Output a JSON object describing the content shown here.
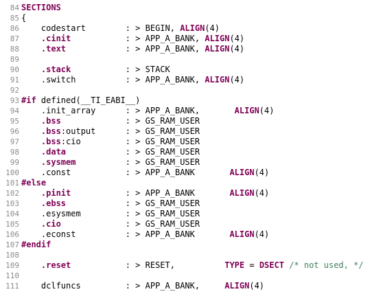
{
  "colors": {
    "line_number": "#8a8a8a",
    "plain": "#000000",
    "keyword": "#7f0055",
    "comment": "#3f7f5f",
    "background": "#ffffff"
  },
  "lines": [
    {
      "num": "84",
      "segments": [
        {
          "t": "kw",
          "v": "SECTIONS"
        }
      ]
    },
    {
      "num": "85",
      "segments": [
        {
          "t": "plain",
          "v": "{"
        }
      ]
    },
    {
      "num": "86",
      "segments": [
        {
          "t": "plain",
          "v": "    codestart        : > BEGIN, "
        },
        {
          "t": "kw",
          "v": "ALIGN"
        },
        {
          "t": "plain",
          "v": "(4)"
        }
      ]
    },
    {
      "num": "87",
      "segments": [
        {
          "t": "plain",
          "v": "    "
        },
        {
          "t": "kw",
          "v": ".cinit"
        },
        {
          "t": "plain",
          "v": "           : > APP_A_BANK, "
        },
        {
          "t": "kw",
          "v": "ALIGN"
        },
        {
          "t": "plain",
          "v": "(4)"
        }
      ]
    },
    {
      "num": "88",
      "segments": [
        {
          "t": "plain",
          "v": "    "
        },
        {
          "t": "kw",
          "v": ".text"
        },
        {
          "t": "plain",
          "v": "            : > APP_A_BANK, "
        },
        {
          "t": "kw",
          "v": "ALIGN"
        },
        {
          "t": "plain",
          "v": "(4)"
        }
      ]
    },
    {
      "num": "89",
      "segments": []
    },
    {
      "num": "90",
      "segments": [
        {
          "t": "plain",
          "v": "    "
        },
        {
          "t": "kw",
          "v": ".stack"
        },
        {
          "t": "plain",
          "v": "           : > STACK"
        }
      ]
    },
    {
      "num": "91",
      "segments": [
        {
          "t": "plain",
          "v": "    .switch          : > APP_A_BANK, "
        },
        {
          "t": "kw",
          "v": "ALIGN"
        },
        {
          "t": "plain",
          "v": "(4)"
        }
      ]
    },
    {
      "num": "92",
      "segments": []
    },
    {
      "num": "93",
      "segments": [
        {
          "t": "kw",
          "v": "#if"
        },
        {
          "t": "plain",
          "v": " defined(__TI_EABI__)"
        }
      ]
    },
    {
      "num": "94",
      "segments": [
        {
          "t": "plain",
          "v": "    .init_array      : > APP_A_BANK,       "
        },
        {
          "t": "kw",
          "v": "ALIGN"
        },
        {
          "t": "plain",
          "v": "(4)"
        }
      ]
    },
    {
      "num": "95",
      "segments": [
        {
          "t": "plain",
          "v": "    "
        },
        {
          "t": "kw",
          "v": ".bss"
        },
        {
          "t": "plain",
          "v": "             : > GS_RAM_USER"
        }
      ]
    },
    {
      "num": "96",
      "segments": [
        {
          "t": "plain",
          "v": "    "
        },
        {
          "t": "kw",
          "v": ".bss"
        },
        {
          "t": "plain",
          "v": ":output      : > GS_RAM_USER"
        }
      ]
    },
    {
      "num": "97",
      "segments": [
        {
          "t": "plain",
          "v": "    "
        },
        {
          "t": "kw",
          "v": ".bss"
        },
        {
          "t": "plain",
          "v": ":cio         : > GS_RAM_USER"
        }
      ]
    },
    {
      "num": "98",
      "segments": [
        {
          "t": "plain",
          "v": "    "
        },
        {
          "t": "kw",
          "v": ".data"
        },
        {
          "t": "plain",
          "v": "            : > GS_RAM_USER"
        }
      ]
    },
    {
      "num": "99",
      "segments": [
        {
          "t": "plain",
          "v": "    "
        },
        {
          "t": "kw",
          "v": ".sysmem"
        },
        {
          "t": "plain",
          "v": "          : > GS_RAM_USER"
        }
      ]
    },
    {
      "num": "100",
      "segments": [
        {
          "t": "plain",
          "v": "    .const           : > APP_A_BANK       "
        },
        {
          "t": "kw",
          "v": "ALIGN"
        },
        {
          "t": "plain",
          "v": "(4)"
        }
      ]
    },
    {
      "num": "101",
      "segments": [
        {
          "t": "kw",
          "v": "#else"
        }
      ]
    },
    {
      "num": "102",
      "segments": [
        {
          "t": "plain",
          "v": "    "
        },
        {
          "t": "kw",
          "v": ".pinit"
        },
        {
          "t": "plain",
          "v": "           : > APP_A_BANK       "
        },
        {
          "t": "kw",
          "v": "ALIGN"
        },
        {
          "t": "plain",
          "v": "(4)"
        }
      ]
    },
    {
      "num": "103",
      "segments": [
        {
          "t": "plain",
          "v": "    "
        },
        {
          "t": "kw",
          "v": ".ebss"
        },
        {
          "t": "plain",
          "v": "            : > GS_RAM_USER"
        }
      ]
    },
    {
      "num": "104",
      "segments": [
        {
          "t": "plain",
          "v": "    .esysmem         : > GS_RAM_USER"
        }
      ]
    },
    {
      "num": "105",
      "segments": [
        {
          "t": "plain",
          "v": "    "
        },
        {
          "t": "kw",
          "v": ".cio"
        },
        {
          "t": "plain",
          "v": "             : > GS_RAM_USER"
        }
      ]
    },
    {
      "num": "106",
      "segments": [
        {
          "t": "plain",
          "v": "    .econst          : > APP_A_BANK       "
        },
        {
          "t": "kw",
          "v": "ALIGN"
        },
        {
          "t": "plain",
          "v": "(4)"
        }
      ]
    },
    {
      "num": "107",
      "segments": [
        {
          "t": "kw",
          "v": "#endif"
        }
      ]
    },
    {
      "num": "108",
      "segments": []
    },
    {
      "num": "109",
      "segments": [
        {
          "t": "plain",
          "v": "    "
        },
        {
          "t": "kw",
          "v": ".reset"
        },
        {
          "t": "plain",
          "v": "           : > RESET,          "
        },
        {
          "t": "kw",
          "v": "TYPE"
        },
        {
          "t": "plain",
          "v": " = "
        },
        {
          "t": "kw",
          "v": "DSECT"
        },
        {
          "t": "plain",
          "v": " "
        },
        {
          "t": "comment",
          "v": "/* not used, */"
        }
      ]
    },
    {
      "num": "110",
      "segments": []
    },
    {
      "num": "111",
      "segments": [
        {
          "t": "plain",
          "v": "    dclfuncs         : > APP_A_BANK,     "
        },
        {
          "t": "kw",
          "v": "ALIGN"
        },
        {
          "t": "plain",
          "v": "(4)"
        }
      ]
    }
  ]
}
